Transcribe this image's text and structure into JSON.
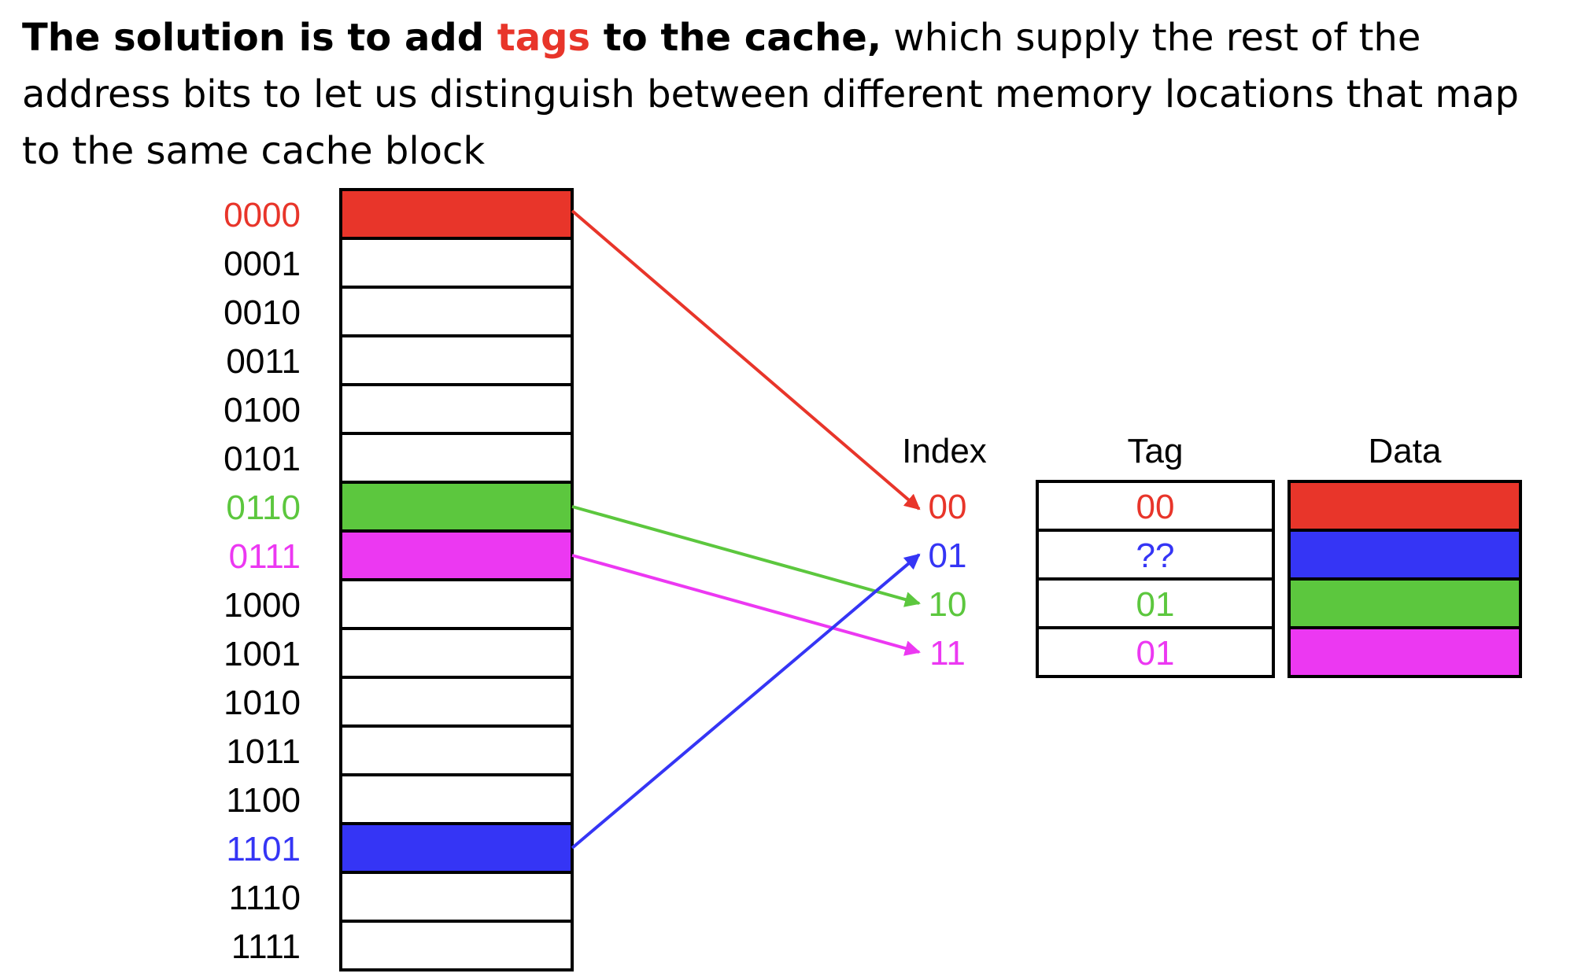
{
  "caption": {
    "bold_lead": "The solution is to add ",
    "highlight": "tags",
    "bold_tail": " to the cache,",
    "rest": " which supply the rest of the address bits to let us distinguish between different memory locations that map to the same cache block"
  },
  "colors": {
    "red": "#e8352a",
    "green": "#5cc73e",
    "magenta": "#ec38f2",
    "blue": "#3535f5",
    "black": "#000000"
  },
  "memory": {
    "addresses": [
      {
        "label": "0000",
        "color": "red"
      },
      {
        "label": "0001",
        "color": null
      },
      {
        "label": "0010",
        "color": null
      },
      {
        "label": "0011",
        "color": null
      },
      {
        "label": "0100",
        "color": null
      },
      {
        "label": "0101",
        "color": null
      },
      {
        "label": "0110",
        "color": "green"
      },
      {
        "label": "0111",
        "color": "magenta"
      },
      {
        "label": "1000",
        "color": null
      },
      {
        "label": "1001",
        "color": null
      },
      {
        "label": "1010",
        "color": null
      },
      {
        "label": "1011",
        "color": null
      },
      {
        "label": "1100",
        "color": null
      },
      {
        "label": "1101",
        "color": "blue"
      },
      {
        "label": "1110",
        "color": null
      },
      {
        "label": "1111",
        "color": null
      }
    ]
  },
  "cache": {
    "headers": {
      "index": "Index",
      "tag": "Tag",
      "data": "Data"
    },
    "rows": [
      {
        "index": "00",
        "tag": "00",
        "color": "red"
      },
      {
        "index": "01",
        "tag": "??",
        "color": "blue"
      },
      {
        "index": "10",
        "tag": "01",
        "color": "green"
      },
      {
        "index": "11",
        "tag": "01",
        "color": "magenta"
      }
    ]
  },
  "mappings": [
    {
      "from": 0,
      "to": 0,
      "color": "red"
    },
    {
      "from": 6,
      "to": 2,
      "color": "green"
    },
    {
      "from": 7,
      "to": 3,
      "color": "magenta"
    },
    {
      "from": 13,
      "to": 1,
      "color": "blue"
    }
  ]
}
